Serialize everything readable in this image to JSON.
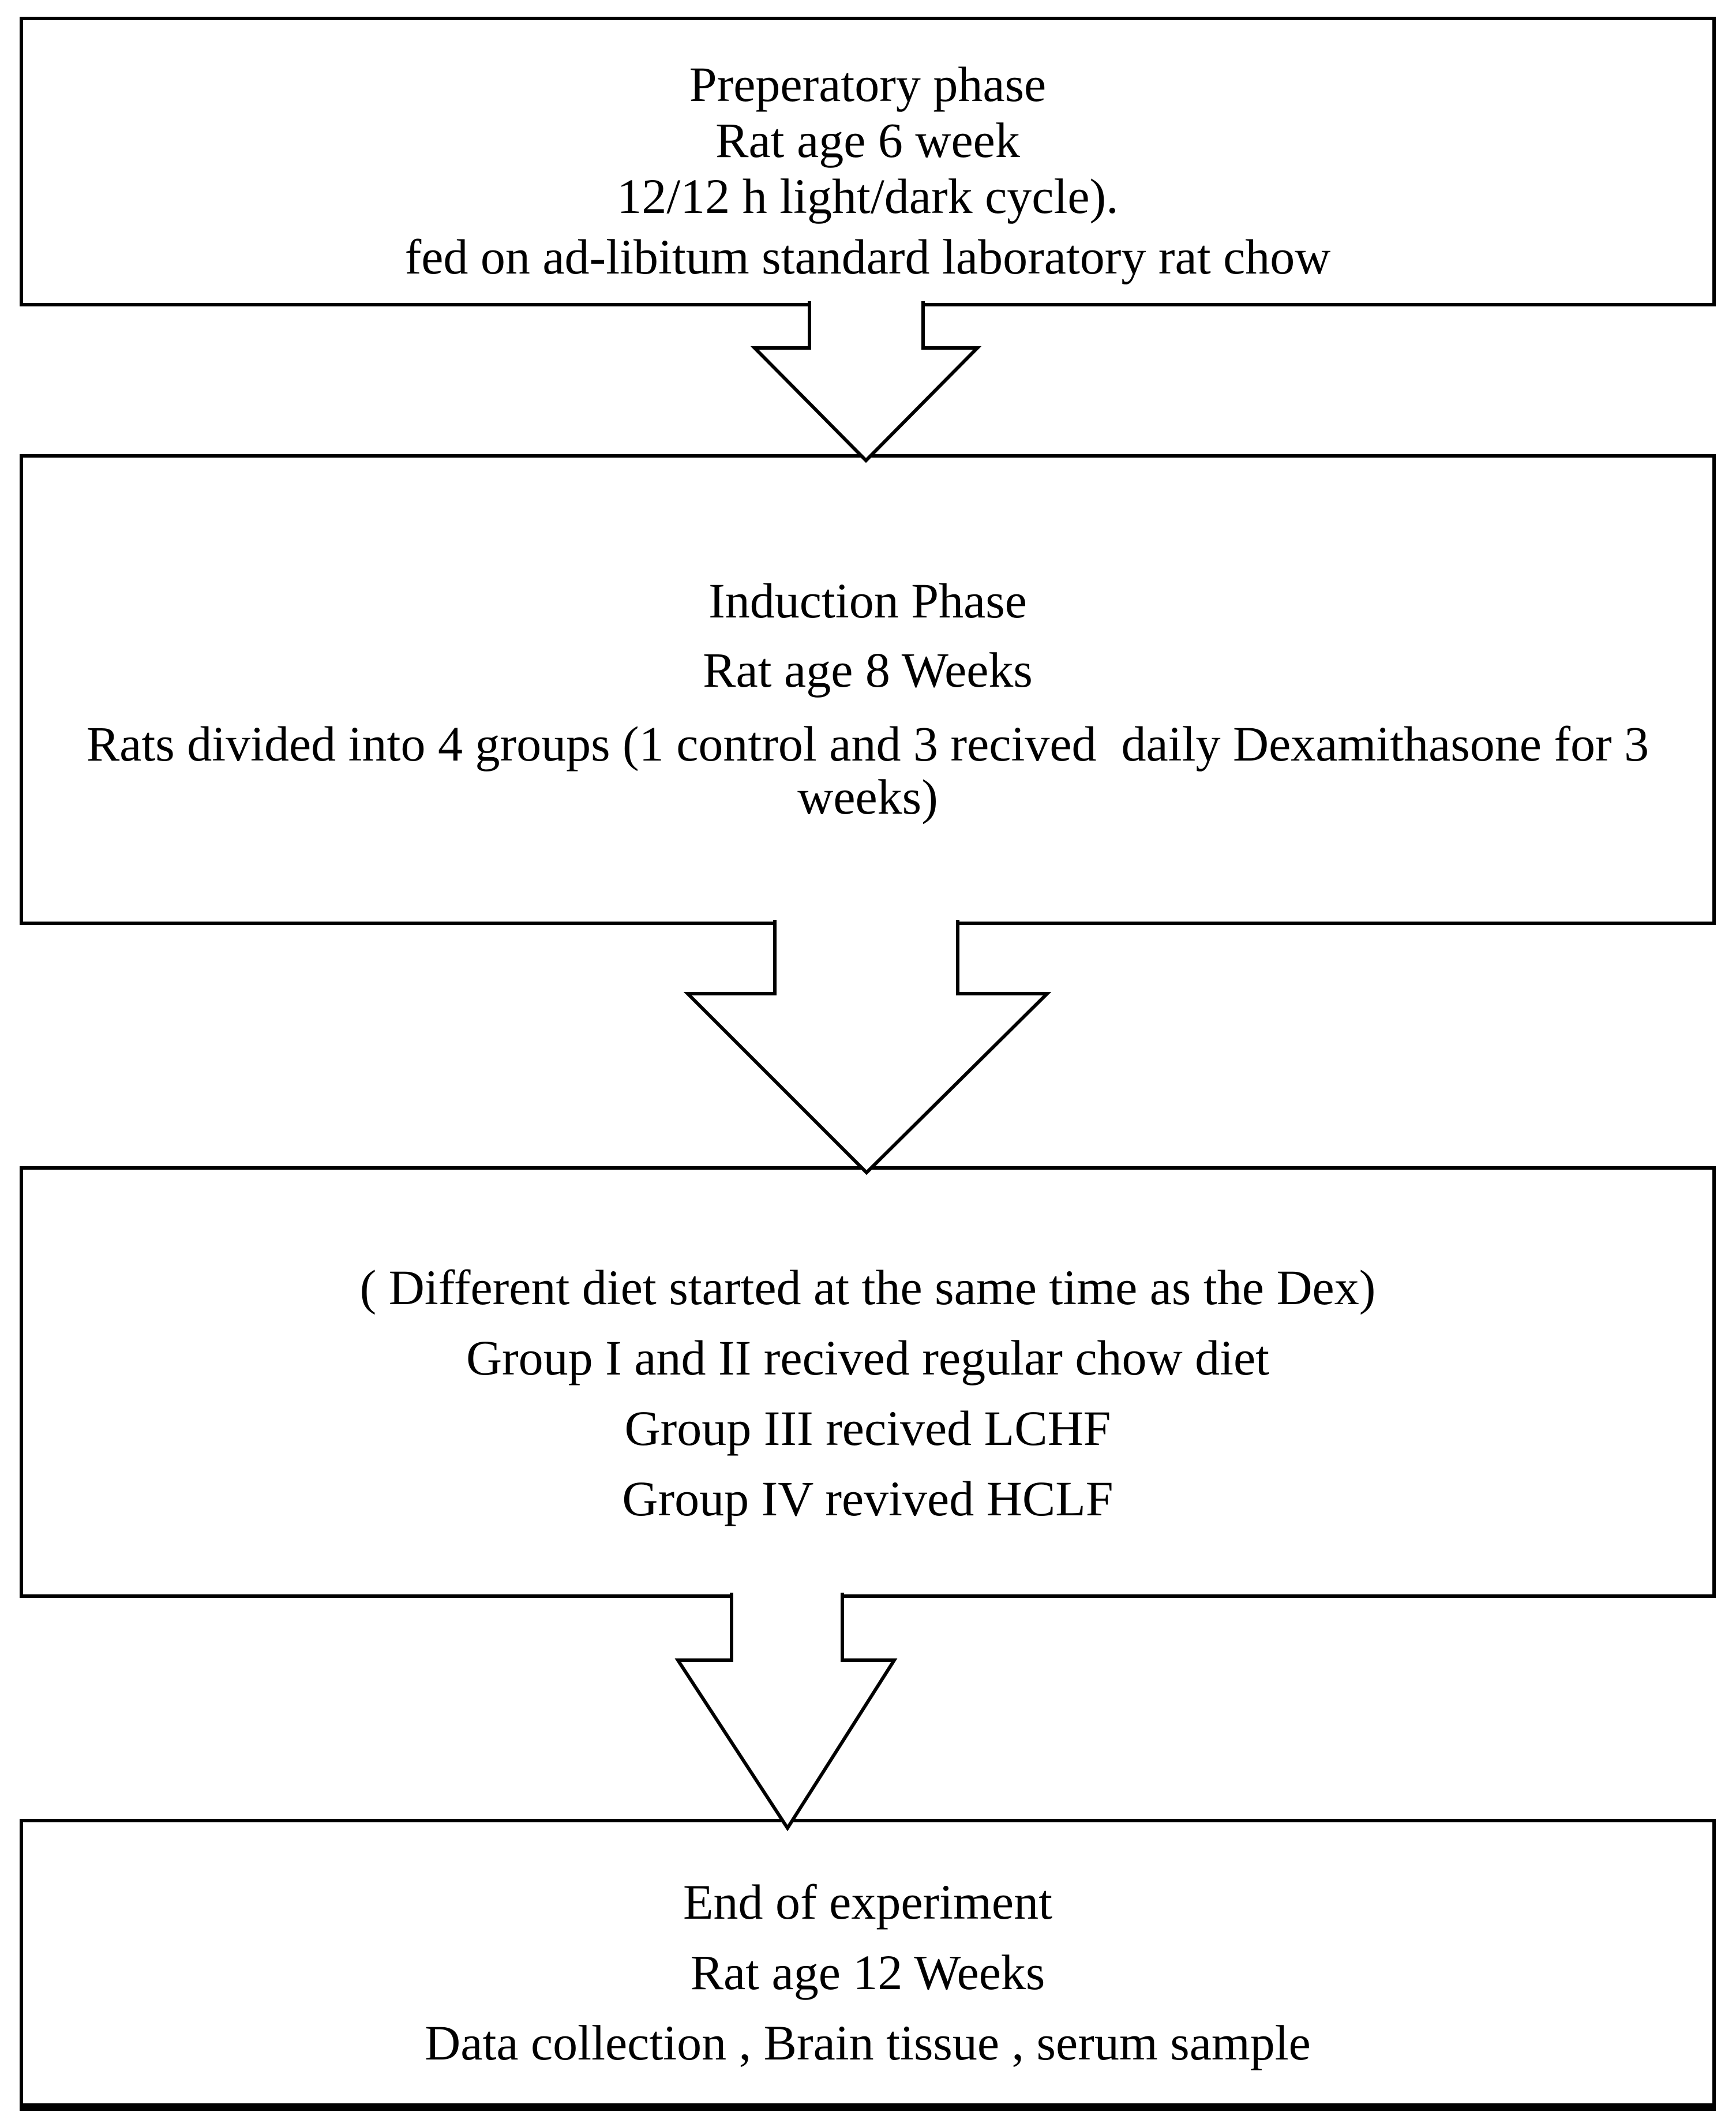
{
  "figure": {
    "kind": "experiment-flowchart",
    "background_color": "#ffffff",
    "line_color": "#000000",
    "text_color": "#000000"
  },
  "boxes": [
    {
      "id": "preparatory-phase",
      "lines": [
        "Preperatory phase",
        "Rat age 6 week",
        "12/12 h light/dark cycle).",
        "fed on ad-libitum standard laboratory rat chow"
      ]
    },
    {
      "id": "induction-phase",
      "lines": [
        "Induction Phase",
        "Rat age 8 Weeks",
        "Rats divided into 4 groups (1 control and 3 recived  daily Dexamithasone for 3",
        "weeks)"
      ]
    },
    {
      "id": "diet-phase",
      "lines": [
        "( Different diet started at the same time as the Dex)",
        "Group I and II recived regular chow diet",
        "Group III recived LCHF",
        "Group IV revived HCLF"
      ]
    },
    {
      "id": "end-of-experiment",
      "lines": [
        "End of experiment",
        "Rat age 12 Weeks",
        "Data collection , Brain tissue , serum sample"
      ]
    }
  ],
  "connectors": [
    {
      "from": "preparatory-phase",
      "to": "induction-phase",
      "shape": "open-stem down arrow"
    },
    {
      "from": "induction-phase",
      "to": "diet-phase",
      "shape": "open-stem down arrow"
    },
    {
      "from": "diet-phase",
      "to": "end-of-experiment",
      "shape": "open-stem down arrow"
    }
  ]
}
